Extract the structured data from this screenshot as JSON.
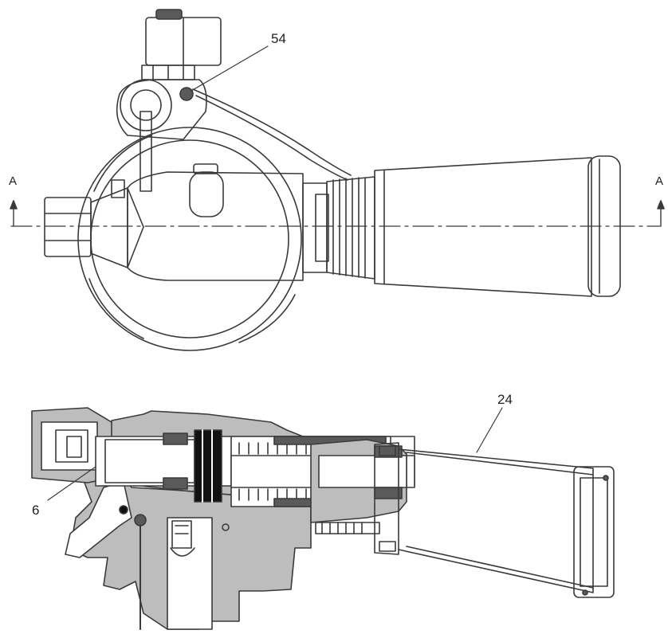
{
  "labels": {
    "section_left": "A",
    "section_right": "A",
    "ref_54": "54",
    "ref_24": "24",
    "ref_6": "6"
  },
  "colors": {
    "line": "#3a3a3a",
    "section_fill": "#bdbdbd",
    "dark_fill": "#5a5a5a",
    "black": "#111111",
    "background": "#ffffff"
  }
}
